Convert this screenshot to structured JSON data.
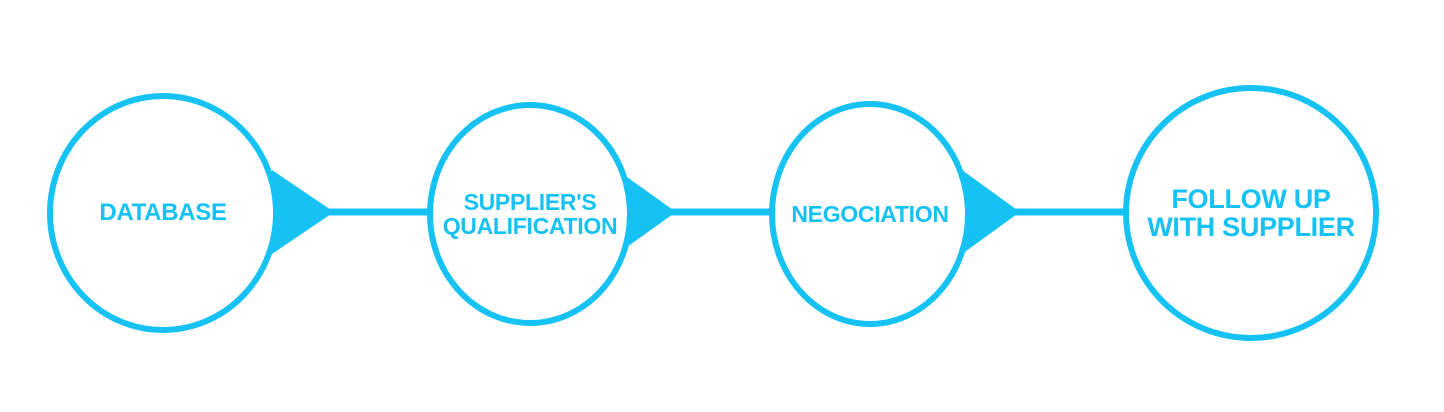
{
  "colors": {
    "accent": "#16c2f4",
    "background": "#ffffff"
  },
  "steps": [
    {
      "lines": [
        "DATABASE"
      ]
    },
    {
      "lines": [
        "SUPPLIER'S",
        "QUALIFICATION"
      ]
    },
    {
      "lines": [
        "NEGOCIATION"
      ]
    },
    {
      "lines": [
        "FOLLOW UP",
        "WITH SUPPLIER"
      ]
    }
  ]
}
